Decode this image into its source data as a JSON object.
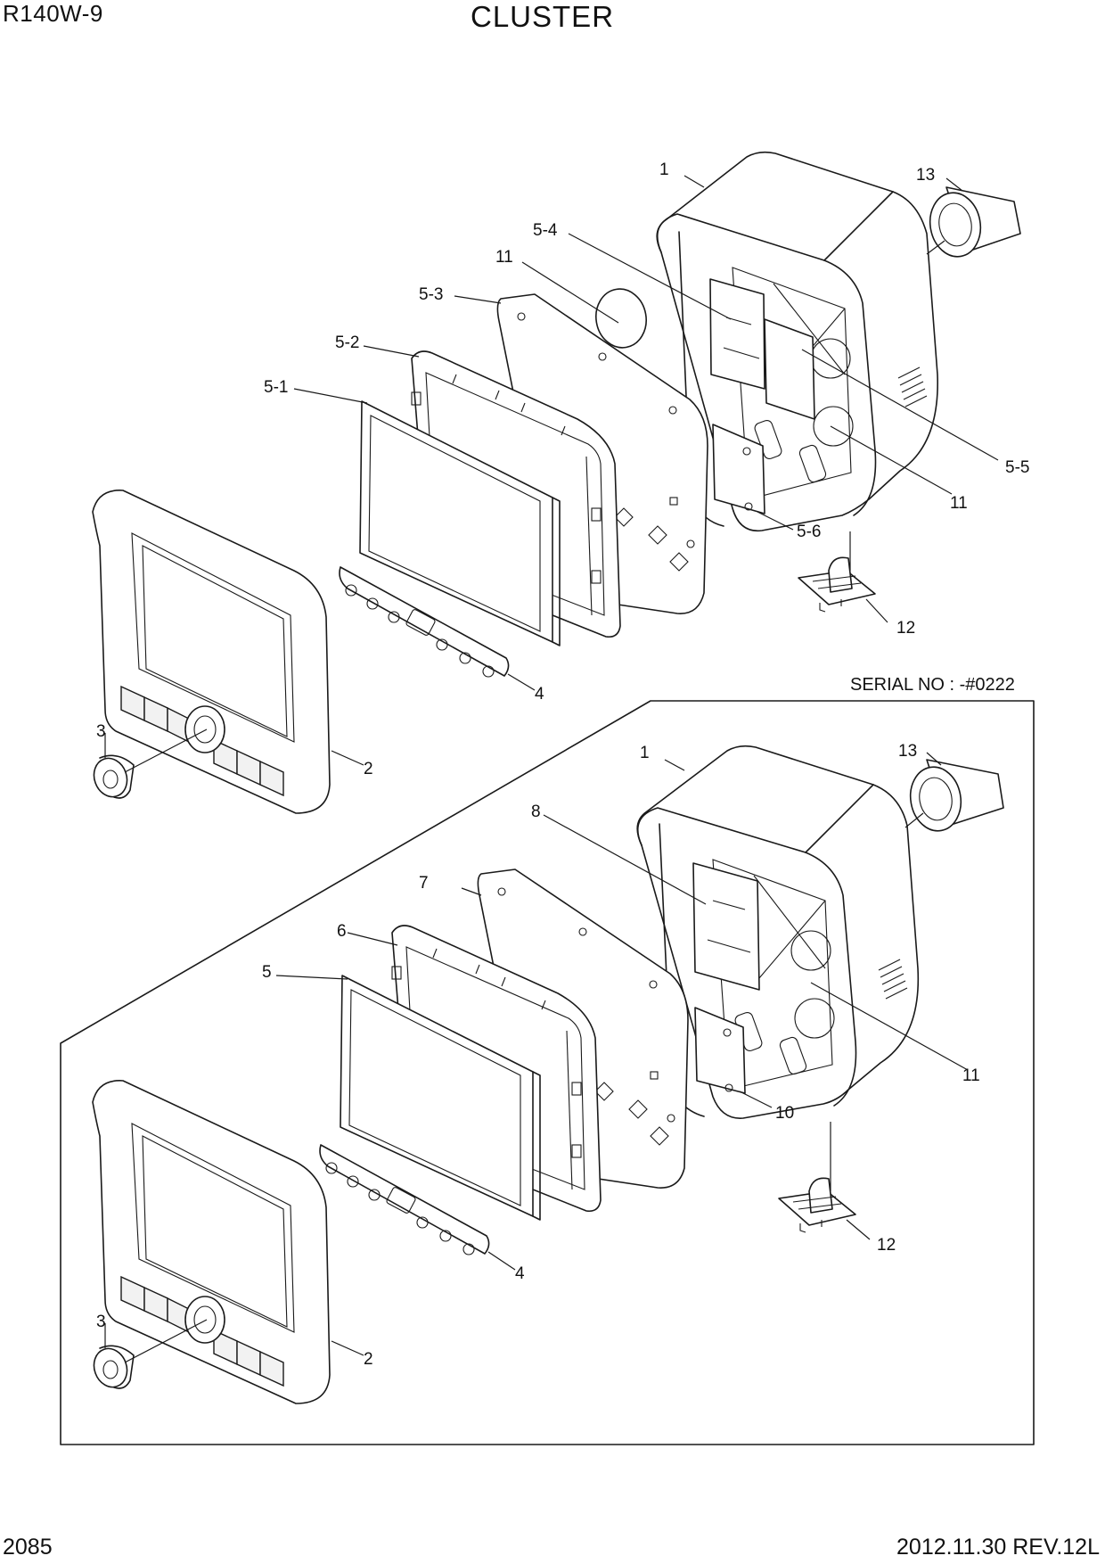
{
  "header": {
    "model": "R140W-9",
    "title": "CLUSTER"
  },
  "footer": {
    "page_number": "2085",
    "revision": "2012.11.30  REV.12L"
  },
  "serial_note": "SERIAL NO : -#0222",
  "upper_labels": [
    "1",
    "13",
    "5-4",
    "11",
    "5-3",
    "5-2",
    "5-1",
    "5-5",
    "11",
    "5-6",
    "12",
    "4",
    "3",
    "2"
  ],
  "lower_labels": [
    "1",
    "13",
    "8",
    "7",
    "6",
    "5",
    "11",
    "10",
    "12",
    "4",
    "3",
    "2"
  ]
}
